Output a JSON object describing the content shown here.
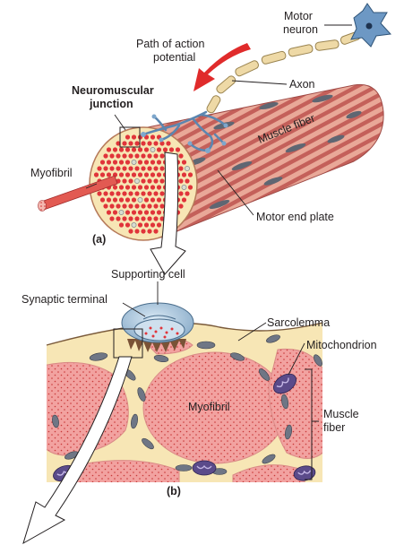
{
  "labels": {
    "motor_neuron_1": "Motor",
    "motor_neuron_2": "neuron",
    "path_1": "Path of action",
    "path_2": "potential",
    "nmj_1": "Neuromuscular",
    "nmj_2": "junction",
    "axon": "Axon",
    "muscle_fiber_top": "Muscle fiber",
    "myofibril_top": "Myofibril",
    "motor_end_plate": "Motor end plate",
    "panel_a": "(a)",
    "supporting_cell": "Supporting cell",
    "synaptic_terminal": "Synaptic terminal",
    "sarcolemma": "Sarcolemma",
    "mitochondrion": "Mitochondrion",
    "myofibril_bottom": "Myofibril",
    "muscle_fiber_1": "Muscle",
    "muscle_fiber_2": "fiber",
    "panel_b": "(b)"
  },
  "colors": {
    "muscle_stripe_dark": "#c4605a",
    "muscle_stripe_light": "#e9a898",
    "myofibril_red": "#e0343a",
    "sarcoplasm_cream": "#f7e6b5",
    "myofibril_pink": "#f2a2a0",
    "nucleus_gray": "#6f7685",
    "mitochondrion_purple": "#5b4b8a",
    "terminal_blue": "#a9c4dc",
    "action_arrow_red": "#e02b2b",
    "axon_tan": "#eed9a6",
    "neuron_blue": "#6d98c4"
  },
  "icons": [
    "action-potential-arrow-icon",
    "zoom-arrow-icon"
  ]
}
